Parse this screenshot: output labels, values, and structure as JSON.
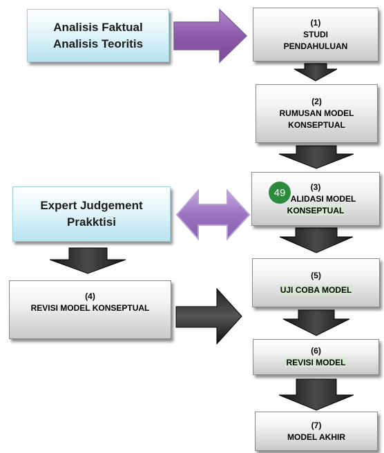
{
  "boxes": {
    "analisis": {
      "line1": "Analisis Faktual",
      "line2": "Analisis Teoritis"
    },
    "expert": {
      "line1": "Expert Judgement",
      "line2": "Prakktisi"
    },
    "step1": {
      "num": "(1)",
      "line1": "STUDI",
      "line2": "PENDAHULUAN"
    },
    "step2": {
      "num": "(2)",
      "line1": "RUMUSAN MODEL",
      "line2": "KONSEPTUAL"
    },
    "step3": {
      "num": "(3)",
      "line1": "ALIDASI MODEL",
      "line2": "KONSEPTUAL"
    },
    "step4": {
      "num": "(4)",
      "line1": "REVISI MODEL KONSEPTUAL"
    },
    "step5": {
      "num": "(5)",
      "line1": "UJI COBA  MODEL"
    },
    "step6": {
      "num": "(6)",
      "line1": "REVISI MODEL"
    },
    "step7": {
      "num": "(7)",
      "line1": "MODEL AKHIR"
    }
  },
  "badge": {
    "value": "49",
    "color": "#2e8b3e"
  },
  "colors": {
    "purple_arrow": "#8c5aa8",
    "dark_arrow": "#2a2a2a",
    "blue_box": "#b7e3f0",
    "gray_box": "#c9c9c9"
  }
}
